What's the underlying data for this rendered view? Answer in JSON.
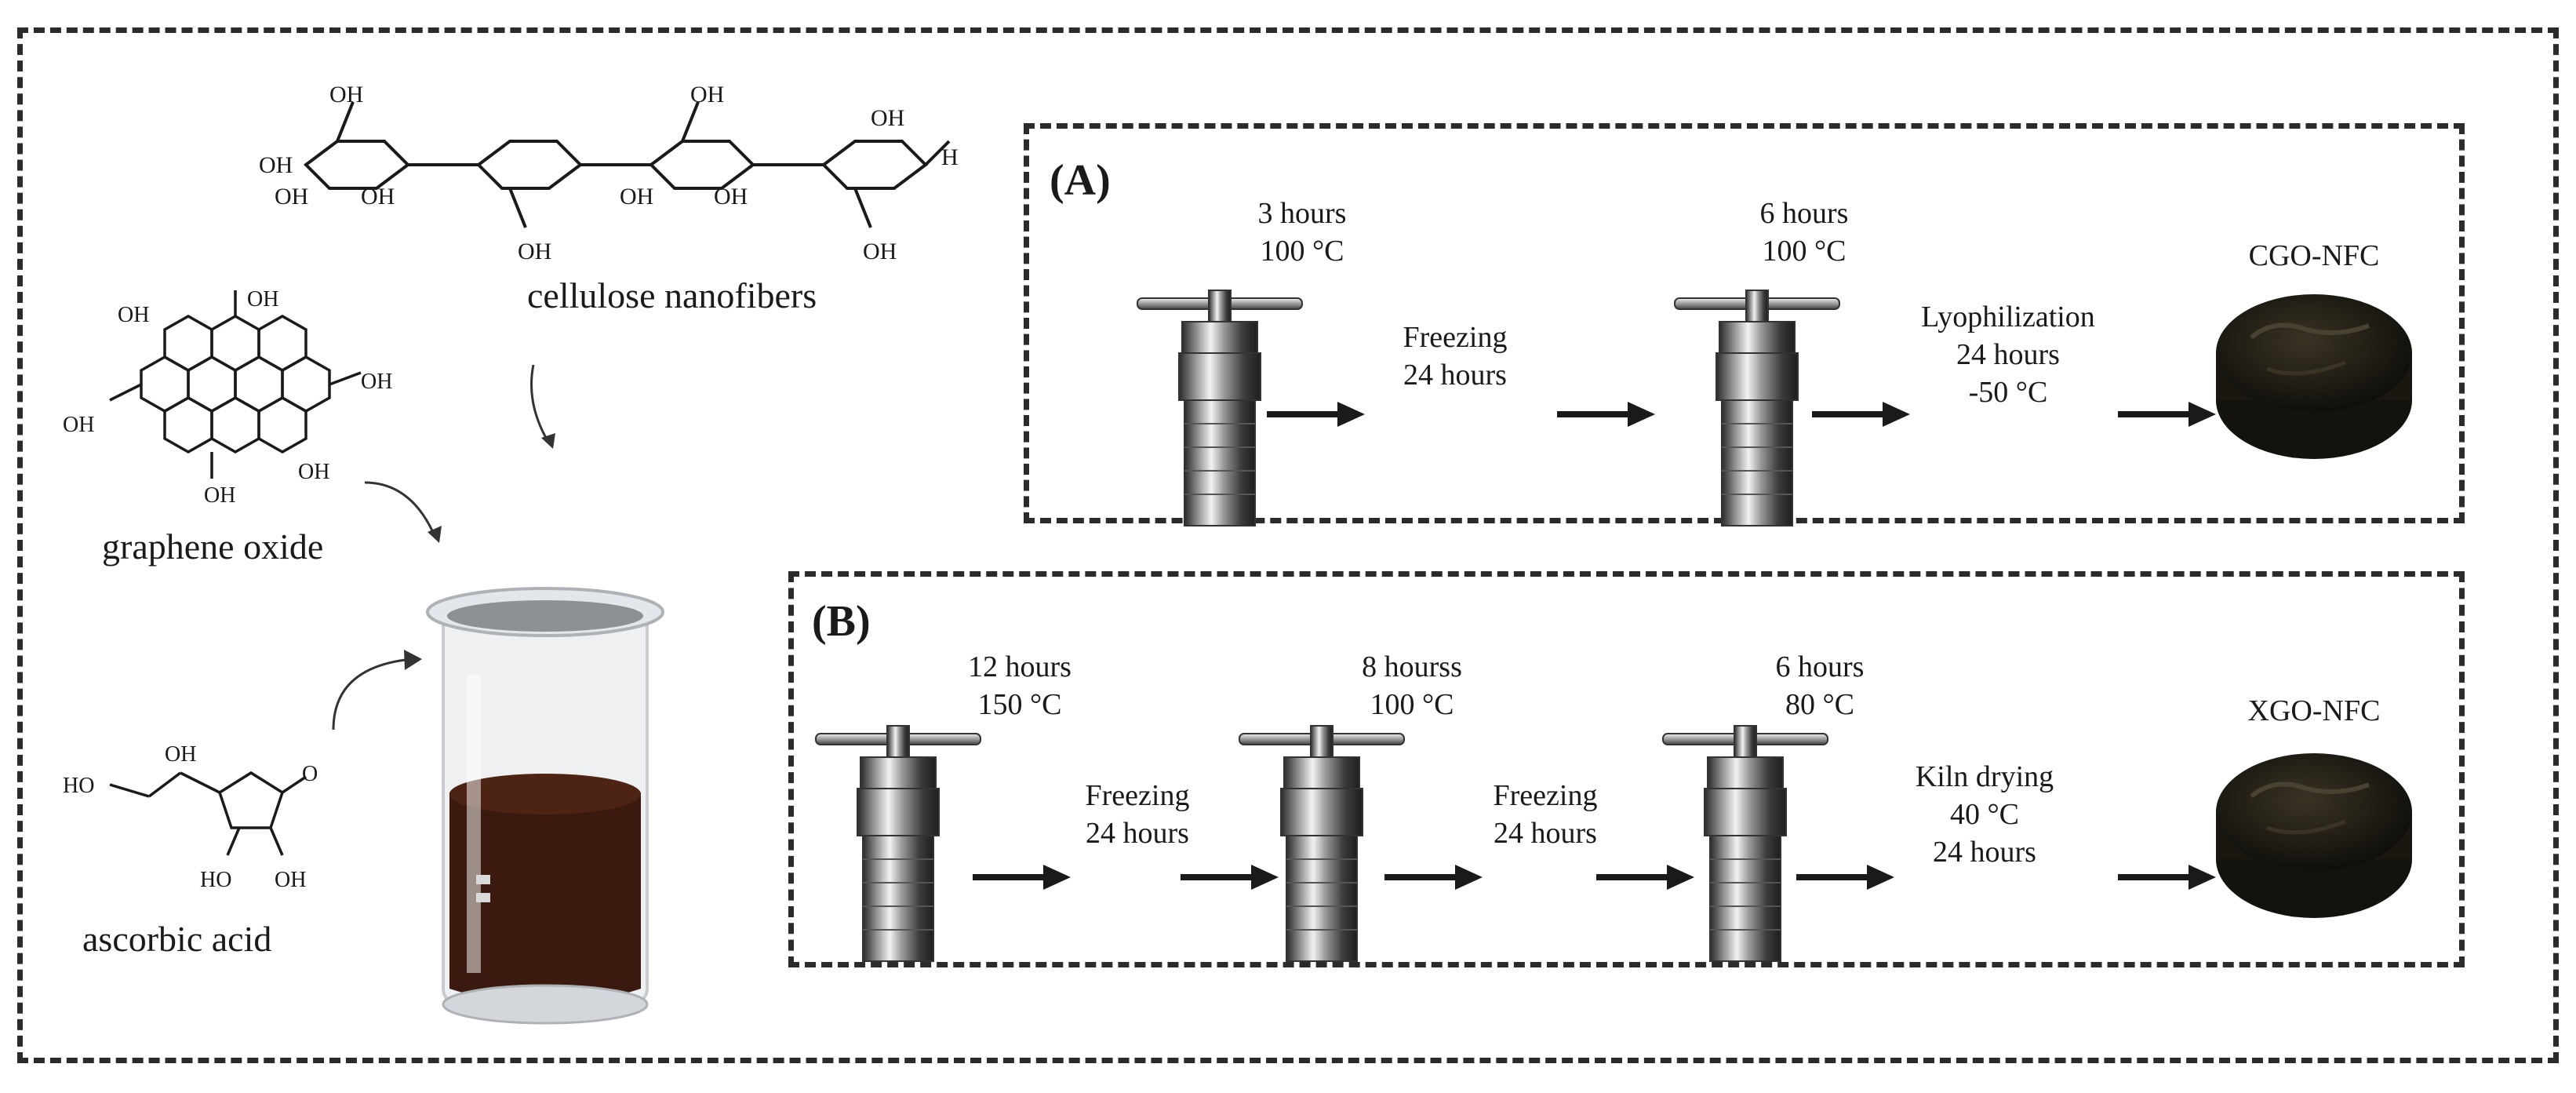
{
  "labels": {
    "cellulose": "cellulose nanofibers",
    "graphene": "graphene oxide",
    "ascorbic": "ascorbic acid"
  },
  "panel_a": {
    "letter": "(A)",
    "step1_line1": "3 hours",
    "step1_line2": "100 °C",
    "freeze_line1": "Freezing",
    "freeze_line2": "24 hours",
    "step2_line1": "6 hours",
    "step2_line2": "100 °C",
    "lyo_line1": "Lyophilization",
    "lyo_line2": "24 hours",
    "lyo_line3": "-50 °C",
    "product": "CGO-NFC"
  },
  "panel_b": {
    "letter": "(B)",
    "step1_line1": "12 hours",
    "step1_line2": "150 °C",
    "freeze1_line1": "Freezing",
    "freeze1_line2": "24 hours",
    "step2_line1": "8 hourss",
    "step2_line2": "100 °C",
    "freeze2_line1": "Freezing",
    "freeze2_line2": "24 hours",
    "step3_line1": "6 hours",
    "step3_line2": "80 °C",
    "kiln_line1": "Kiln drying",
    "kiln_line2": "40 °C",
    "kiln_line3": "24 hours",
    "product": "XGO-NFC"
  },
  "chem": {
    "oh": "OH",
    "ho": "HO",
    "o": "O",
    "h": "H"
  }
}
